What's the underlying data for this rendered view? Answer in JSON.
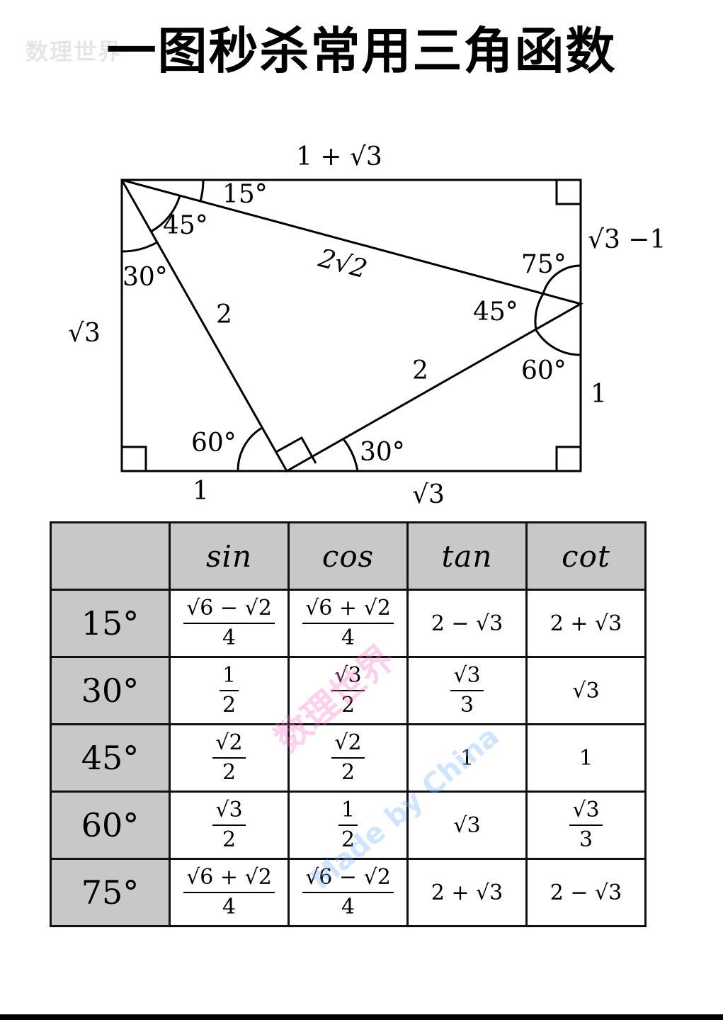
{
  "title": "一图秒杀常用三角函数",
  "watermark": {
    "top": "数理世界",
    "main": "数理世界",
    "sub": "Made by China"
  },
  "diagram": {
    "labels": {
      "top_side": "1 + √3",
      "right_upper_side": "√3 −1",
      "right_lower_side": "1",
      "left_side": "√3",
      "bottom_left_side": "1",
      "bottom_right_side": "√3",
      "hypotenuse": "2√2",
      "left_leg": "2",
      "right_leg": "2",
      "angle_top_15": "15°",
      "angle_top_45": "45°",
      "angle_top_30": "30°",
      "angle_right_75": "75°",
      "angle_right_45": "45°",
      "angle_right_60": "60°",
      "angle_bottom_60": "60°",
      "angle_bottom_30": "30°"
    }
  },
  "table": {
    "functions": [
      "sin",
      "cos",
      "tan",
      "cot"
    ],
    "rows": [
      {
        "angle": "15°",
        "sin": {
          "num": "√6 − √2",
          "den": "4"
        },
        "cos": {
          "num": "√6 + √2",
          "den": "4"
        },
        "tan": "2 − √3",
        "cot": "2 + √3"
      },
      {
        "angle": "30°",
        "sin": {
          "num": "1",
          "den": "2"
        },
        "cos": {
          "num": "√3",
          "den": "2"
        },
        "tan": {
          "num": "√3",
          "den": "3"
        },
        "cot": "√3"
      },
      {
        "angle": "45°",
        "sin": {
          "num": "√2",
          "den": "2"
        },
        "cos": {
          "num": "√2",
          "den": "2"
        },
        "tan": "1",
        "cot": "1"
      },
      {
        "angle": "60°",
        "sin": {
          "num": "√3",
          "den": "2"
        },
        "cos": {
          "num": "1",
          "den": "2"
        },
        "tan": "√3",
        "cot": {
          "num": "√3",
          "den": "3"
        }
      },
      {
        "angle": "75°",
        "sin": {
          "num": "√6 + √2",
          "den": "4"
        },
        "cos": {
          "num": "√6 − √2",
          "den": "4"
        },
        "tan": "2 + √3",
        "cot": "2 − √3"
      }
    ]
  }
}
